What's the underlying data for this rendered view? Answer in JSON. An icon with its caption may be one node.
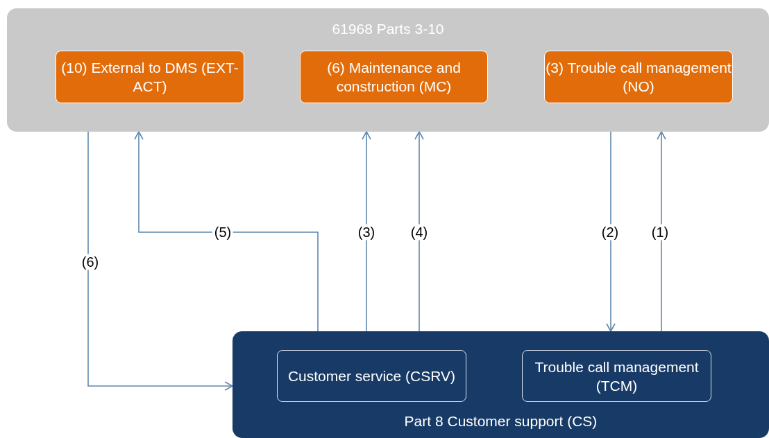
{
  "diagram": {
    "nodes": [
      {
        "text": [
          "61968 Parts 3-10"
        ]
      },
      {
        "text": [
          "(10) External to DMS (EXT-ACT)"
        ],
        "in": 0
      },
      {
        "text": [
          "(6) Maintenance and construction (MC)"
        ],
        "in": 0
      },
      {
        "text": [
          "(3) Trouble call management (NO)"
        ],
        "in": 0
      },
      {
        "text": [
          "Part 8 Customer support (CS)"
        ]
      },
      {
        "text": [
          "Customer service (CSRV)"
        ],
        "in": 4
      },
      {
        "text": [
          "Trouble call management (TCM)"
        ],
        "in": 4
      }
    ],
    "edges": [
      {
        "from": 0,
        "to": 4,
        "arrow": "to",
        "label": "(6)"
      },
      {
        "from": 4,
        "to": 0,
        "arrow": "to",
        "label": "(5)"
      },
      {
        "from": 4,
        "to": 0,
        "arrow": "to",
        "label": "(3)"
      },
      {
        "from": 4,
        "to": 0,
        "arrow": "to",
        "label": "(4)"
      },
      {
        "from": 0,
        "to": 4,
        "arrow": "to",
        "label": "(2)"
      },
      {
        "from": 4,
        "to": 0,
        "arrow": "to",
        "label": "(1)"
      }
    ]
  }
}
